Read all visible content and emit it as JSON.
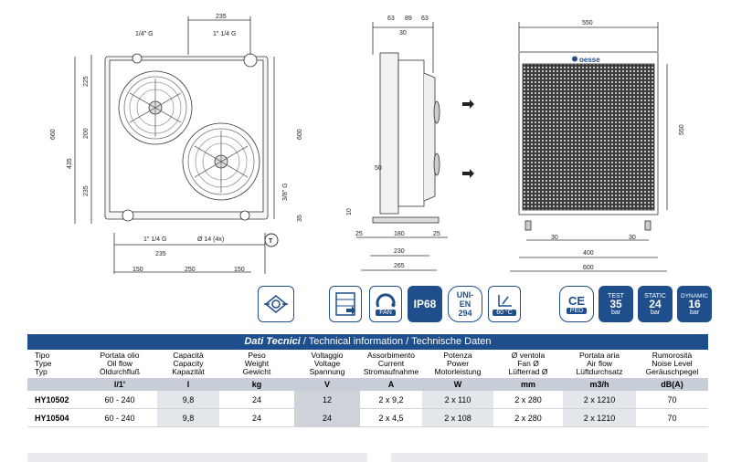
{
  "dimensions": {
    "front": {
      "top_spacing": "235",
      "port_left": "1/4\" G",
      "port_right": "1\" 1/4 G",
      "height_total": "660",
      "height_left": "435",
      "height_225": "225",
      "height_200": "200",
      "height_235_left": "235",
      "height_right": "600",
      "side_port": "3/8\" G",
      "height_35": "35",
      "bottom_port": "1\" 1/4 G",
      "mount_holes": "Ø 14 (4x)",
      "bottom_spacing": "235",
      "bottom_150_left": "150",
      "bottom_250": "250",
      "bottom_150_right": "150",
      "marker": "T"
    },
    "side": {
      "top_63_a": "63",
      "top_89": "89",
      "top_63_b": "63",
      "top_30": "30",
      "height_50": "50",
      "height_10": "10",
      "bottom_25_left": "25",
      "bottom_180": "180",
      "bottom_25_right": "25",
      "bottom_230": "230",
      "bottom_265": "265"
    },
    "rear": {
      "width_550": "550",
      "height_550": "550",
      "bottom_30_left": "30",
      "bottom_30_right": "30",
      "bottom_400": "400",
      "bottom_600": "600",
      "brand": "oesse"
    }
  },
  "icons": [
    {
      "name": "bypass-valve-icon",
      "label": ""
    },
    {
      "name": "cooler-module-icon",
      "label": ""
    },
    {
      "name": "fan-icon",
      "label": "FAN"
    },
    {
      "name": "ip68-icon",
      "label": "IP68"
    },
    {
      "name": "uni-en-294-icon",
      "label": "UNI-EN 294"
    },
    {
      "name": "temperature-icon",
      "label": "60 °C"
    },
    {
      "name": "ce-ped-icon",
      "label": "CE",
      "sub": "PED"
    },
    {
      "name": "test-pressure-icon",
      "label": "TEST",
      "value": "35",
      "unit": "bar"
    },
    {
      "name": "static-pressure-icon",
      "label": "STATIC",
      "value": "24",
      "unit": "bar"
    },
    {
      "name": "dynamic-pressure-icon",
      "label": "DYNAMIC",
      "value": "16",
      "unit": "bar"
    }
  ],
  "table": {
    "title_bold": "Dati Tecnici",
    "title_rest": " / Technical information / Technische Daten",
    "columns": [
      {
        "it": "Tipo",
        "en": "Type",
        "de": "Typ",
        "unit": ""
      },
      {
        "it": "Portata olio",
        "en": "Oil flow",
        "de": "Öldurchfluß",
        "unit": "l/1'"
      },
      {
        "it": "Capacità",
        "en": "Capacity",
        "de": "Kapazität",
        "unit": "l"
      },
      {
        "it": "Peso",
        "en": "Weight",
        "de": "Gewicht",
        "unit": "kg"
      },
      {
        "it": "Voltaggio",
        "en": "Voltage",
        "de": "Spannung",
        "unit": "V"
      },
      {
        "it": "Assorbimento",
        "en": "Current",
        "de": "Stromaufnahme",
        "unit": "A"
      },
      {
        "it": "Potenza",
        "en": "Power",
        "de": "Motorleistung",
        "unit": "W"
      },
      {
        "it": "Ø ventola",
        "en": "Fan Ø",
        "de": "Lüfterrad Ø",
        "unit": "mm"
      },
      {
        "it": "Portata aria",
        "en": "Air flow",
        "de": "Lüftdurchsatz",
        "unit": "m3/h"
      },
      {
        "it": "Rumorosità",
        "en": "Noise Level",
        "de": "Geräuschpegel",
        "unit": "dB(A)"
      }
    ],
    "rows": [
      [
        "HY10502",
        "60 - 240",
        "9,8",
        "24",
        "12",
        "2 x 9,2",
        "2 x 110",
        "2 x 280",
        "2 x 1210",
        "70"
      ],
      [
        "HY10504",
        "60 - 240",
        "9,8",
        "24",
        "24",
        "2 x 4,5",
        "2 x 108",
        "2 x 280",
        "2 x 1210",
        "70"
      ]
    ]
  },
  "colors": {
    "brand_blue": "#1f4e8c",
    "unit_row": "#c7ced8",
    "line": "#333333"
  }
}
